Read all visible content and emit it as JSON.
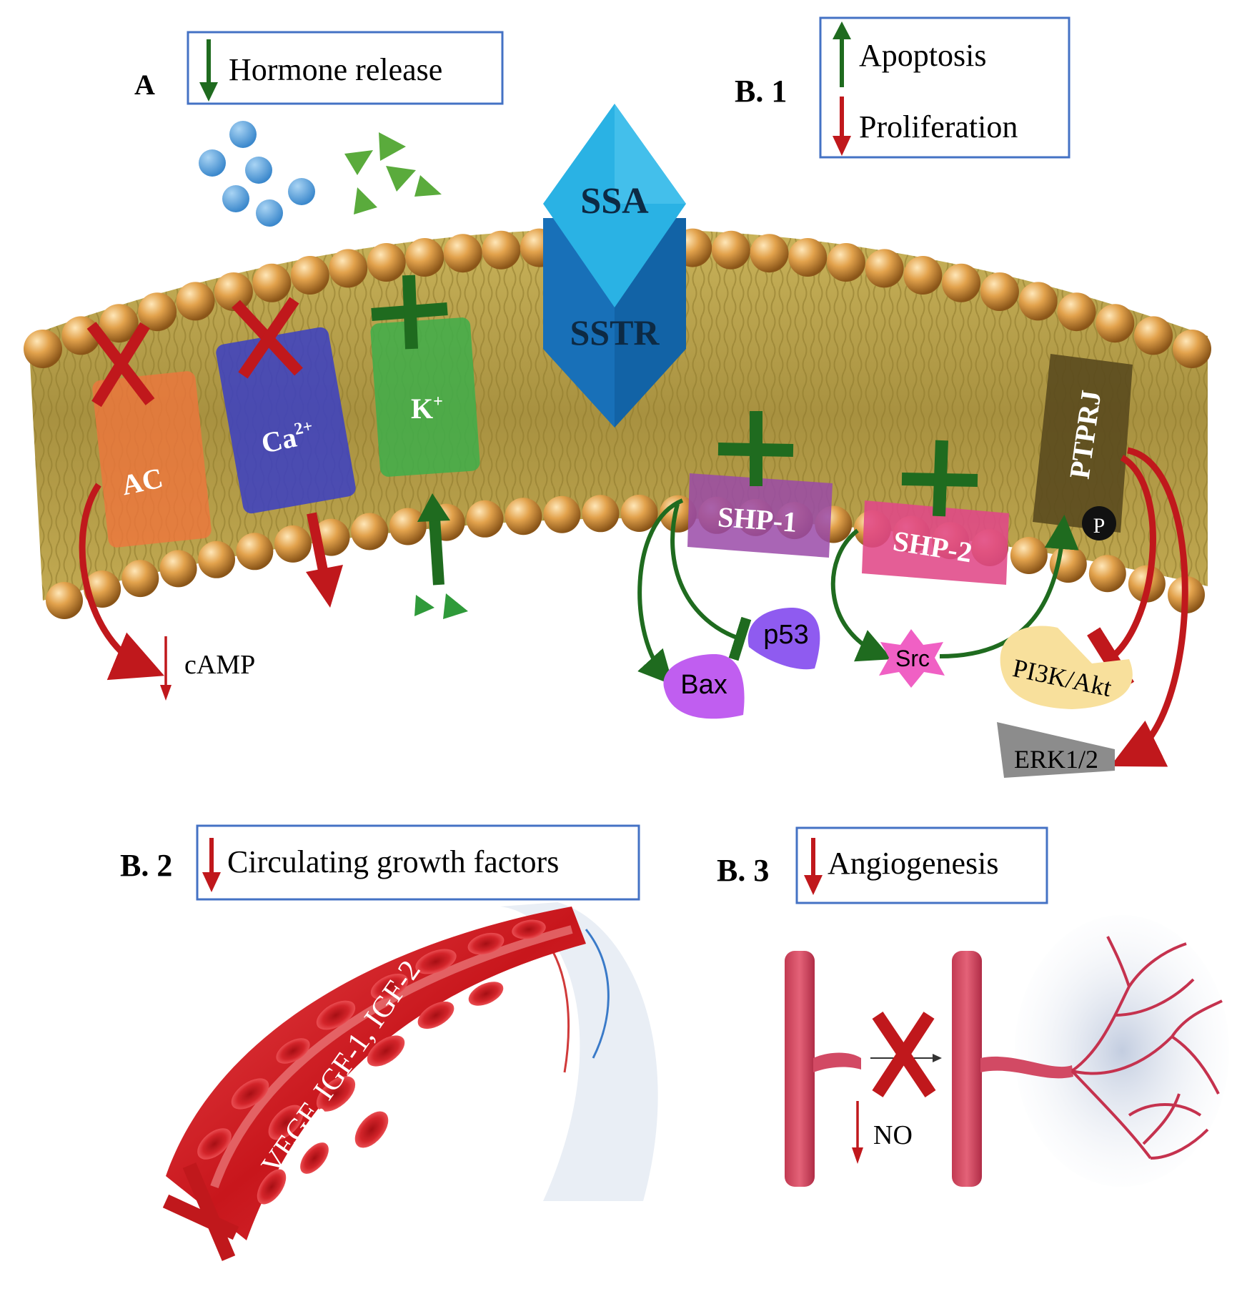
{
  "panels": {
    "a": {
      "label": "A",
      "box_text": "Hormone release"
    },
    "b1": {
      "label": "B. 1",
      "up_text": "Apoptosis",
      "down_text": "Proliferation"
    },
    "b2": {
      "label": "B. 2",
      "box_text": "Circulating growth factors",
      "vessel_text": "VEGF, IGF-1, IGF-2"
    },
    "b3": {
      "label": "B. 3",
      "box_text": "Angiogenesis",
      "no_text": "NO"
    }
  },
  "membrane": {
    "ssa": "SSA",
    "sstr": "SSTR",
    "channels": {
      "ac": "AC",
      "ca_base": "Ca",
      "ca_sup": "2+",
      "k_base": "K",
      "k_sup": "+"
    },
    "phosphatases": {
      "shp1": "SHP-1",
      "shp2": "SHP-2",
      "ptprj": "PTPRJ",
      "p": "P"
    },
    "effectors": {
      "camp": "cAMP",
      "bax": "Bax",
      "p53": "p53",
      "src": "Src",
      "pi3k": "PI3K/Akt",
      "erk": "ERK1/2"
    }
  },
  "colors": {
    "inhibit_red": "#c0181c",
    "activate_green": "#1f6b1f",
    "box_border": "#4472c4",
    "ssa_blue": "#2ab2e4",
    "sstr_blue": "#1870b8",
    "lipid_head": "#d9963c",
    "lipid_tail": "#b8a24a"
  }
}
